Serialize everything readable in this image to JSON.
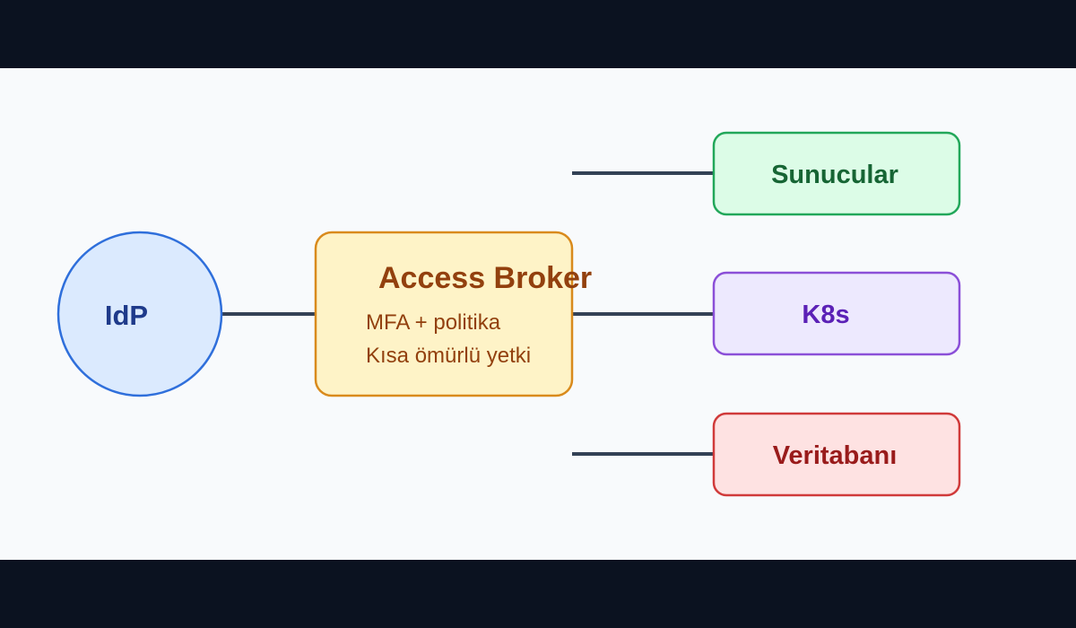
{
  "diagram": {
    "idp": {
      "label": "IdP"
    },
    "broker": {
      "title": "Access Broker",
      "line1": "MFA + politika",
      "line2": "Kısa ömürlü yetki"
    },
    "targets": [
      {
        "label": "Sunucular"
      },
      {
        "label": "K8s"
      },
      {
        "label": "Veritabanı"
      }
    ]
  },
  "colors": {
    "frame": "#0b1220",
    "canvas": "#f8fafc",
    "connector": "#334155",
    "idp_fill": "#dbeafe",
    "idp_stroke": "#2f6fdb",
    "idp_text": "#1e3a8a",
    "broker_fill": "#fef3c7",
    "broker_stroke": "#d98a1c",
    "broker_text": "#92400e",
    "servers_fill": "#dcfce7",
    "servers_stroke": "#22a75a",
    "servers_text": "#166534",
    "k8s_fill": "#ede9fe",
    "k8s_stroke": "#8b4fd8",
    "k8s_text": "#5b21b6",
    "db_fill": "#fee2e2",
    "db_stroke": "#d03a3a",
    "db_text": "#991b1b"
  }
}
